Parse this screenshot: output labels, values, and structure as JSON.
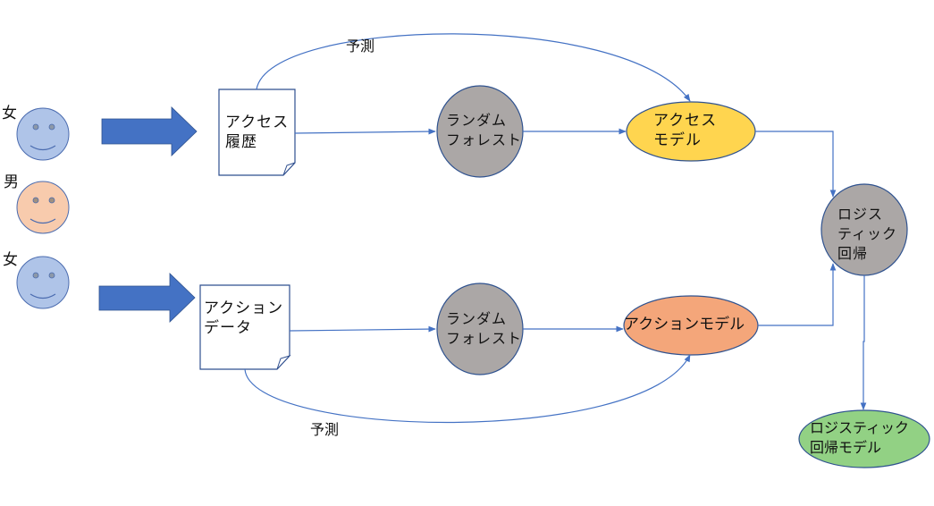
{
  "colors": {
    "edge": "#4472C4",
    "arrow_fill": "#4472C4",
    "face_female": "#AFC4E8",
    "face_male": "#F8CBAD",
    "face_stroke": "#4A6BAF",
    "gray_node": "#ABA7A6",
    "access_model": "#FFD54F",
    "action_model": "#F4A67A",
    "logistic_model": "#92D184"
  },
  "people": [
    {
      "label": "女",
      "gender": "female"
    },
    {
      "label": "男",
      "gender": "male"
    },
    {
      "label": "女",
      "gender": "female"
    }
  ],
  "nodes": {
    "access_history": {
      "label": "アクセス\n履歴"
    },
    "action_data": {
      "label": "アクション\nデータ"
    },
    "rf_top": {
      "label": "ランダム\nフォレスト"
    },
    "rf_bottom": {
      "label": "ランダム\nフォレスト"
    },
    "access_model": {
      "label": "アクセス\nモデル"
    },
    "action_model": {
      "label": "アクションモデル"
    },
    "logistic": {
      "label": "ロジス\nティック\n回帰"
    },
    "logistic_model": {
      "label": "ロジスティック\n回帰モデル"
    }
  },
  "edge_labels": {
    "predict_top": "予測",
    "predict_bottom": "予測"
  }
}
